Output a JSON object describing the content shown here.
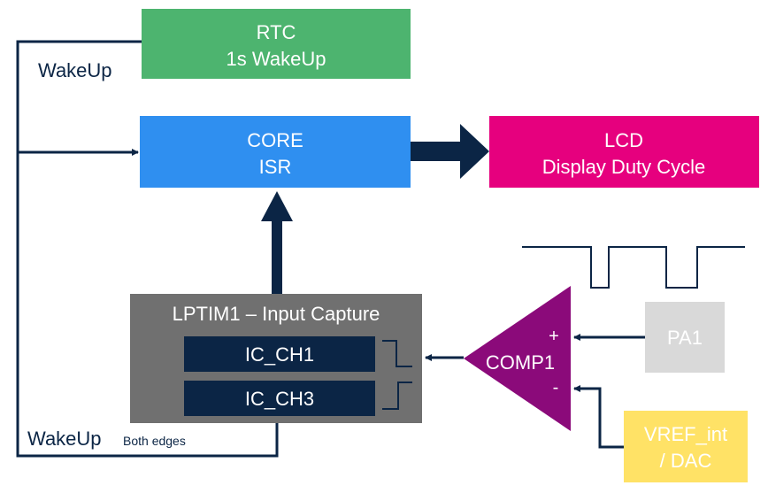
{
  "blocks": {
    "rtc": {
      "line1": "RTC",
      "line2": "1s WakeUp",
      "color": "#4db46f"
    },
    "core": {
      "line1": "CORE",
      "line2": "ISR",
      "color": "#2f8ff0"
    },
    "lcd": {
      "line1": "LCD",
      "line2": "Display Duty Cycle",
      "color": "#e6007e"
    },
    "lptim": {
      "title": "LPTIM1 – Input Capture",
      "color": "#707070"
    },
    "ic_ch1": {
      "label": "IC_CH1",
      "color": "#0b2545"
    },
    "ic_ch3": {
      "label": "IC_CH3",
      "color": "#0b2545"
    },
    "comp": {
      "label": "COMP1",
      "plus": "+",
      "minus": "-",
      "color": "#8b0a7a"
    },
    "pa1": {
      "label": "PA1",
      "color": "#d9d9d9"
    },
    "vref": {
      "line1": "VREF_int",
      "line2": "/ DAC",
      "color": "#ffe266"
    }
  },
  "labels": {
    "wakeup_top": "WakeUp",
    "wakeup_bottom": "WakeUp",
    "both_edges": "Both edges"
  },
  "colors": {
    "wire": "#0b2545",
    "text_dark": "#0b2545",
    "text_light": "#ffffff"
  }
}
